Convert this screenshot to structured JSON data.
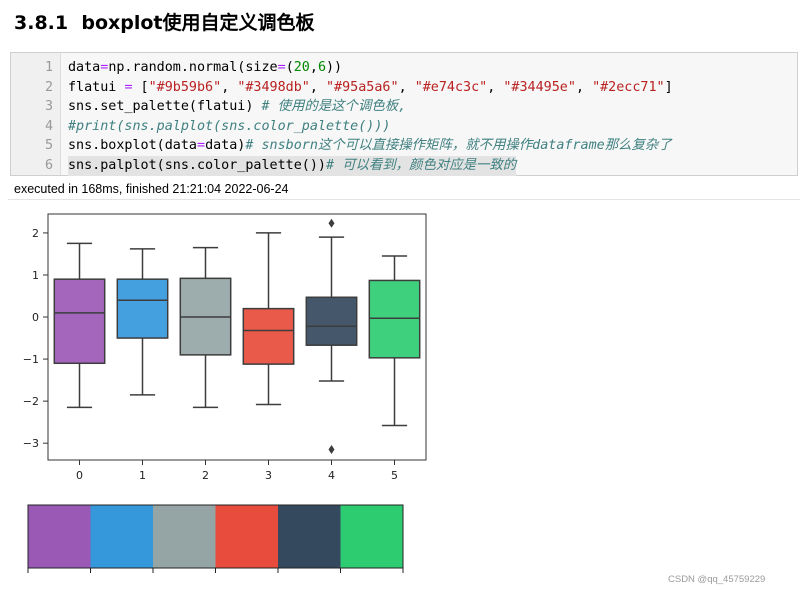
{
  "heading": {
    "number": "3.8.1",
    "title": "boxplot使用自定义调色板"
  },
  "code_cell": {
    "lines": [
      {
        "n": "1",
        "parts": [
          [
            "d",
            "data"
          ],
          [
            "o",
            "="
          ],
          [
            "d",
            "np.random.normal(size"
          ],
          [
            "o",
            "="
          ],
          [
            "d",
            "("
          ],
          [
            "num",
            "20"
          ],
          [
            "d",
            ","
          ],
          [
            "num",
            "6"
          ],
          [
            "d",
            "))"
          ]
        ]
      },
      {
        "n": "2",
        "parts": [
          [
            "d",
            "flatui "
          ],
          [
            "o",
            "="
          ],
          [
            "d",
            " ["
          ],
          [
            "s",
            "\"#9b59b6\""
          ],
          [
            "d",
            ", "
          ],
          [
            "s",
            "\"#3498db\""
          ],
          [
            "d",
            ", "
          ],
          [
            "s",
            "\"#95a5a6\""
          ],
          [
            "d",
            ", "
          ],
          [
            "s",
            "\"#e74c3c\""
          ],
          [
            "d",
            ", "
          ],
          [
            "s",
            "\"#34495e\""
          ],
          [
            "d",
            ", "
          ],
          [
            "s",
            "\"#2ecc71\""
          ],
          [
            "d",
            "]"
          ]
        ]
      },
      {
        "n": "3",
        "parts": [
          [
            "d",
            "sns.set_palette(flatui) "
          ],
          [
            "c",
            "# 使用的是这个调色板,"
          ]
        ]
      },
      {
        "n": "4",
        "parts": [
          [
            "c",
            "#print(sns.palplot(sns.color_palette()))"
          ]
        ]
      },
      {
        "n": "5",
        "parts": [
          [
            "d",
            "sns.boxplot(data"
          ],
          [
            "o",
            "="
          ],
          [
            "d",
            "data)"
          ],
          [
            "c",
            "# snsborn这个可以直接操作矩阵，就不用操作dataframe那么复杂了"
          ]
        ]
      },
      {
        "n": "6",
        "parts": [
          [
            "d",
            "sns.palplot(sns.color_palette())"
          ],
          [
            "c",
            "# 可以看到，颜色对应是一致的"
          ]
        ]
      }
    ],
    "status": "executed in 168ms, finished 21:21:04 2022-06-24"
  },
  "palette": [
    "#9b59b6",
    "#3498db",
    "#95a5a6",
    "#e74c3c",
    "#34495e",
    "#2ecc71"
  ],
  "chart_data": {
    "type": "boxplot",
    "categories": [
      "0",
      "1",
      "2",
      "3",
      "4",
      "5"
    ],
    "colors": [
      "#9b59b6",
      "#3498db",
      "#95a5a6",
      "#e74c3c",
      "#34495e",
      "#2ecc71"
    ],
    "boxes": [
      {
        "low": -2.15,
        "q1": -1.1,
        "median": 0.1,
        "q3": 0.9,
        "high": 1.75,
        "fliers": []
      },
      {
        "low": -1.85,
        "q1": -0.5,
        "median": 0.4,
        "q3": 0.9,
        "high": 1.62,
        "fliers": []
      },
      {
        "low": -2.15,
        "q1": -0.9,
        "median": 0.0,
        "q3": 0.92,
        "high": 1.65,
        "fliers": []
      },
      {
        "low": -2.08,
        "q1": -1.12,
        "median": -0.32,
        "q3": 0.2,
        "high": 2.0,
        "fliers": []
      },
      {
        "low": -1.52,
        "q1": -0.67,
        "median": -0.22,
        "q3": 0.47,
        "high": 1.9,
        "fliers": [
          2.23,
          -3.15
        ]
      },
      {
        "low": -2.58,
        "q1": -0.97,
        "median": -0.03,
        "q3": 0.87,
        "high": 1.45,
        "fliers": []
      }
    ],
    "yticks": [
      2,
      1,
      0,
      -1,
      -2,
      -3
    ],
    "ylim": [
      -3.4,
      2.45
    ],
    "xlabel": "",
    "ylabel": ""
  },
  "watermark": "CSDN @qq_45759229"
}
